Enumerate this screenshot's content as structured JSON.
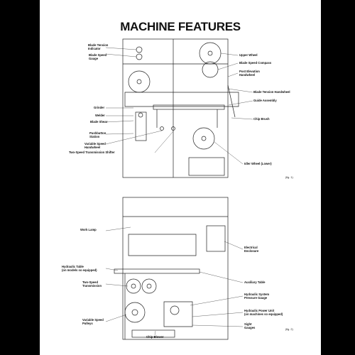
{
  "document": {
    "title": "MACHINE FEATURES",
    "fig1": {
      "ref": "(fig. 1)",
      "labels_left": [
        "Blade Tension\nIndicator",
        "Blade Speed\nGauge",
        "Grinder",
        "Welder",
        "Blade Shear",
        "Pushbutton\nStation",
        "Variable Speed\nHandwheel",
        "Two-Speed Transmission Shifter"
      ],
      "labels_right": [
        "Upper Wheel",
        "Blade Speed Compass",
        "Post Elevation\nHandwheel",
        "Blade Tension Handwheel",
        "Guide Assembly",
        "Chip Brush",
        "Idler Wheel (Lower)"
      ]
    },
    "fig2": {
      "ref": "(fig. 2)",
      "labels_left": [
        "Work Lamp",
        "Hydraulic Table\n(on models so equipped)",
        "Two-Speed\nTransmission",
        "Variable Speed\nPulleys",
        "Chip Blower"
      ],
      "labels_right": [
        "Electrical\nEnclosure",
        "Auxiliary Table",
        "Hydraulic System\nPressure Gauge",
        "Hydraulic Power Unit\n(on machines so equipped)",
        "Sight\nGauges"
      ]
    }
  }
}
